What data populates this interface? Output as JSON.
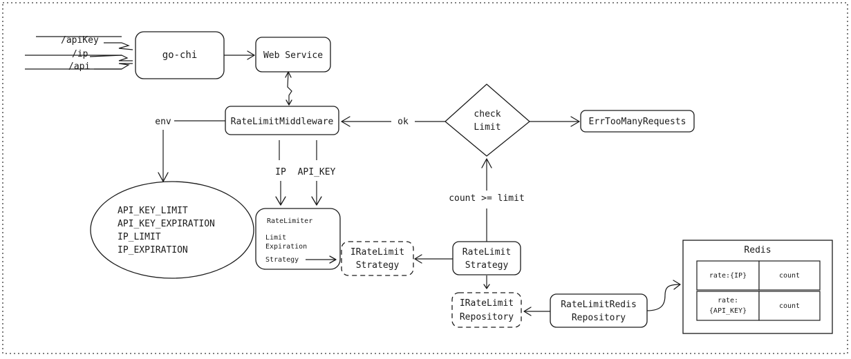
{
  "inputs": {
    "api_key": "/apiKey",
    "ip": "/ip",
    "api": "/api"
  },
  "nodes": {
    "go_chi": "go-chi",
    "web_service": "Web Service",
    "middleware": "RateLimitMiddleware",
    "check_limit_1": "check",
    "check_limit_2": "Limit",
    "err_too_many": "ErrTooManyRequests",
    "env_vars": [
      "API_KEY_LIMIT",
      "API_KEY_EXPIRATION",
      "IP_LIMIT",
      "IP_EXPIRATION"
    ],
    "rate_limiter": {
      "title": "RateLimiter",
      "fields": [
        "Limit",
        "Expiration",
        "Strategy"
      ]
    },
    "i_strategy": [
      "IRateLimit",
      "Strategy"
    ],
    "strategy": [
      "RateLimit",
      "Strategy"
    ],
    "i_repository": [
      "IRateLimit",
      "Repository"
    ],
    "redis_repository": [
      "RateLimitRedis",
      "Repository"
    ],
    "redis": {
      "title": "Redis",
      "rows": [
        {
          "key": [
            "rate:{IP}"
          ],
          "value": "count"
        },
        {
          "key": [
            "rate:",
            "{API_KEY}"
          ],
          "value": "count"
        }
      ]
    }
  },
  "edges": {
    "env": "env",
    "ok": "ok",
    "ip": "IP",
    "api_key": "API_KEY",
    "count_limit": "count >= limit"
  },
  "colors": {
    "stroke": "#1a1a1a",
    "background": "#ffffff"
  }
}
